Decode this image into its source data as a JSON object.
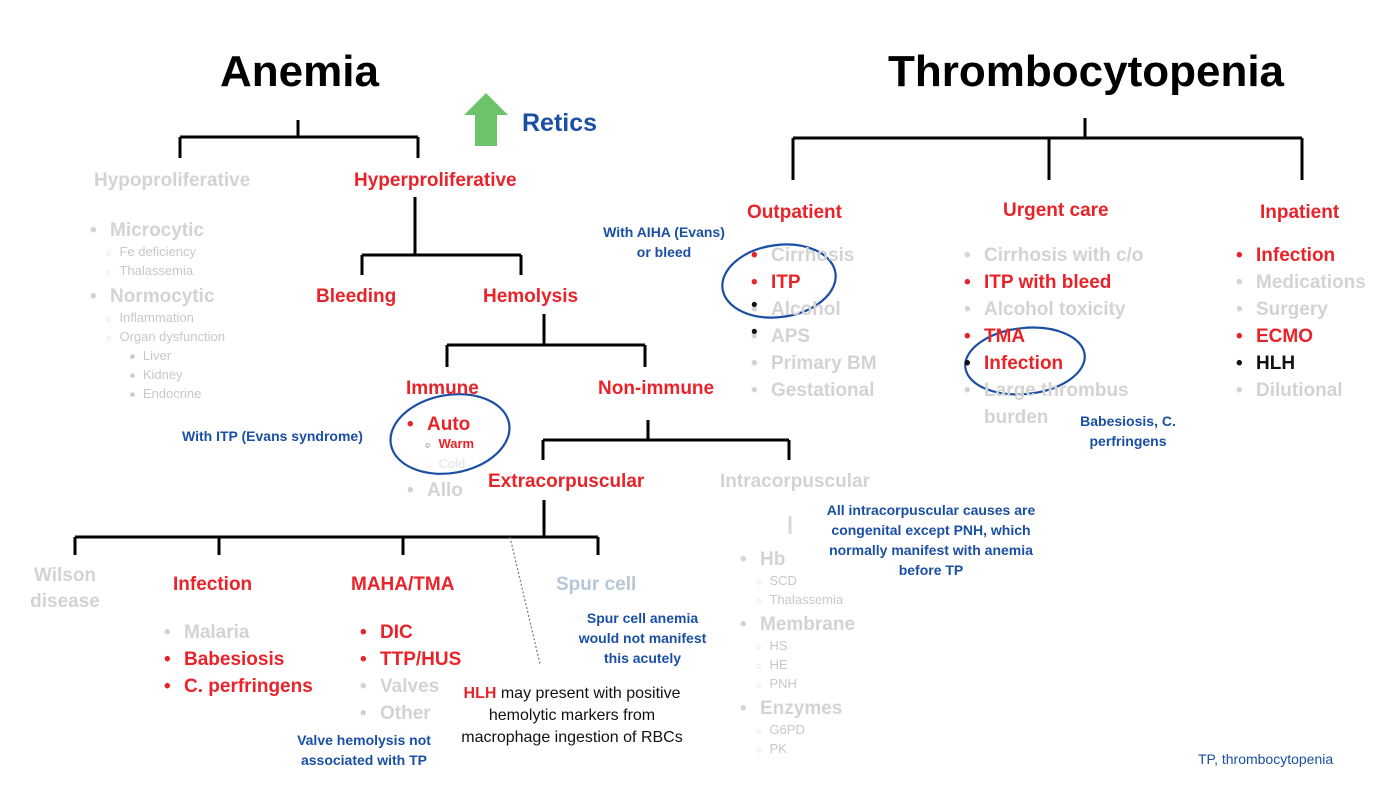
{
  "anemia": {
    "title": "Anemia",
    "retics": "Retics",
    "hypoproliferative": {
      "label": "Hypoproliferative",
      "microcytic": "Microcytic",
      "microcytic_items": [
        "Fe deficiency",
        "Thalassemia"
      ],
      "normocytic": "Normocytic",
      "normocytic_items": [
        "Inflammation",
        "Organ dysfunction"
      ],
      "organ_items": [
        "Liver",
        "Kidney",
        "Endocrine"
      ]
    },
    "hyperproliferative": "Hyperproliferative",
    "bleeding": "Bleeding",
    "hemolysis": "Hemolysis",
    "immune": "Immune",
    "immune_items": {
      "auto": "Auto",
      "warm": "Warm",
      "cold": "Cold",
      "allo": "Allo"
    },
    "non_immune": "Non-immune",
    "extracorpuscular": "Extracorpuscular",
    "intracorpuscular": "Intracorpuscular",
    "wilson": "Wilson disease",
    "infection": "Infection",
    "infection_items": [
      "Malaria",
      "Babesiosis",
      "C. perfringens"
    ],
    "maha": "MAHA/TMA",
    "maha_items": [
      "DIC",
      "TTP/HUS",
      "Valves",
      "Other"
    ],
    "spur": "Spur cell",
    "intra_items": {
      "hb": "Hb",
      "hb_sub": [
        "SCD",
        "Thalassemia"
      ],
      "membrane": "Membrane",
      "membrane_sub": [
        "HS",
        "HE",
        "PNH"
      ],
      "enzymes": "Enzymes",
      "enzymes_sub": [
        "G6PD",
        "PK"
      ]
    }
  },
  "thrombocytopenia": {
    "title": "Thrombocytopenia",
    "outpatient": "Outpatient",
    "outpatient_items": [
      "Cirrhosis",
      "ITP",
      "Alcohol",
      "APS",
      "Primary BM",
      "Gestational"
    ],
    "urgent": "Urgent care",
    "urgent_items": [
      "Cirrhosis with c/o",
      "ITP with bleed",
      "Alcohol toxicity",
      "TMA",
      "Infection",
      "Large thrombus burden"
    ],
    "inpatient": "Inpatient",
    "inpatient_items": [
      "Infection",
      "Medications",
      "Surgery",
      "ECMO",
      "HLH",
      "Dilutional"
    ]
  },
  "annotations": {
    "aiha": "With AIHA (Evans) or bleed",
    "evans": "With ITP (Evans syndrome)",
    "babesiosis": "Babesiosis, C. perfringens",
    "intra_note": "All intracorpuscular causes are congenital except PNH, which normally manifest with anemia before TP",
    "spur_note": "Spur cell anemia would not manifest this acutely",
    "valve_note": "Valve hemolysis not associated with TP",
    "hlh_red": "HLH",
    "hlh_rest": " may present with positive hemolytic markers from macrophage ingestion of RBCs",
    "footnote": "TP, thrombocytopenia"
  },
  "colors": {
    "red": "#e8242a",
    "blue": "#1a4fa3",
    "gray": "#d3d3d3",
    "green": "#6cc36c",
    "black": "#000000"
  },
  "icons": {
    "retics_arrow": "arrow-up-icon"
  }
}
